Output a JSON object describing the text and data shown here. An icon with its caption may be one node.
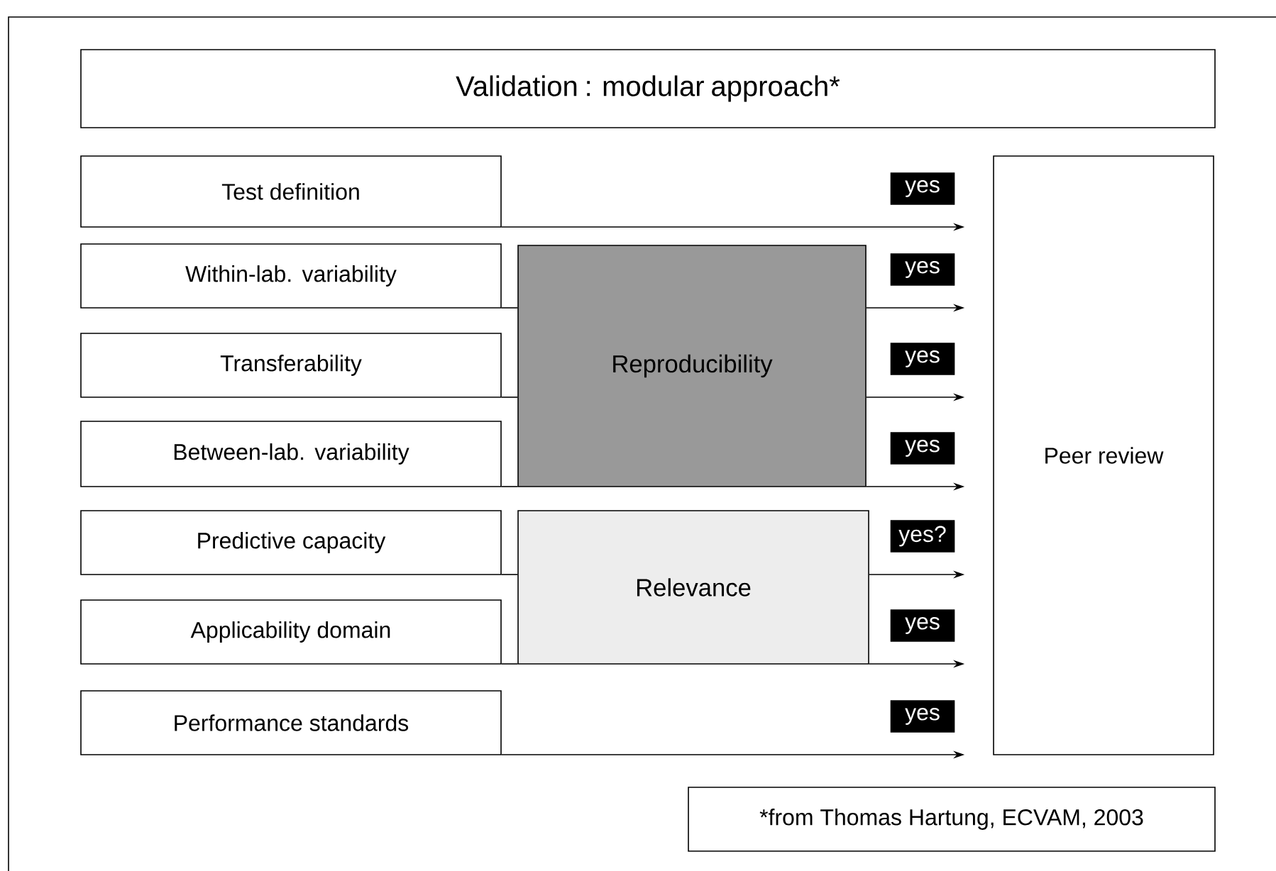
{
  "diagram": {
    "nodes": [
      {
        "text": [
          "Validation : modular approach*"
        ]
      },
      {
        "text": [
          "Test definition"
        ]
      },
      {
        "text": [
          "Within-lab. variability"
        ]
      },
      {
        "text": [
          "Transferability"
        ]
      },
      {
        "text": [
          "Between-lab. variability"
        ]
      },
      {
        "text": [
          "Predictive capacity"
        ]
      },
      {
        "text": [
          "Applicability domain"
        ]
      },
      {
        "text": [
          "Performance standards"
        ]
      },
      {
        "text": [
          "Reproducibility"
        ]
      },
      {
        "text": [
          "Relevance"
        ]
      },
      {
        "text": [
          "Peer review"
        ]
      },
      {
        "text": [
          "*from Thomas Hartung, ECVAM, 2003"
        ]
      }
    ],
    "edges": [
      {
        "from": 1,
        "to": 10,
        "arrow": "to",
        "label": "yes"
      },
      {
        "from": 2,
        "to": 8,
        "arrow": "none"
      },
      {
        "from": 3,
        "to": 8,
        "arrow": "none"
      },
      {
        "from": 4,
        "to": 8,
        "arrow": "none"
      },
      {
        "from": 8,
        "to": 10,
        "arrow": "to",
        "label": "yes"
      },
      {
        "from": 8,
        "to": 10,
        "arrow": "to",
        "label": "yes"
      },
      {
        "from": 8,
        "to": 10,
        "arrow": "to",
        "label": "yes"
      },
      {
        "from": 5,
        "to": 9,
        "arrow": "none"
      },
      {
        "from": 6,
        "to": 9,
        "arrow": "none"
      },
      {
        "from": 9,
        "to": 10,
        "arrow": "to",
        "label": "yes?"
      },
      {
        "from": 9,
        "to": 10,
        "arrow": "to",
        "label": "yes"
      },
      {
        "from": 7,
        "to": 10,
        "arrow": "to",
        "label": "yes"
      }
    ]
  }
}
